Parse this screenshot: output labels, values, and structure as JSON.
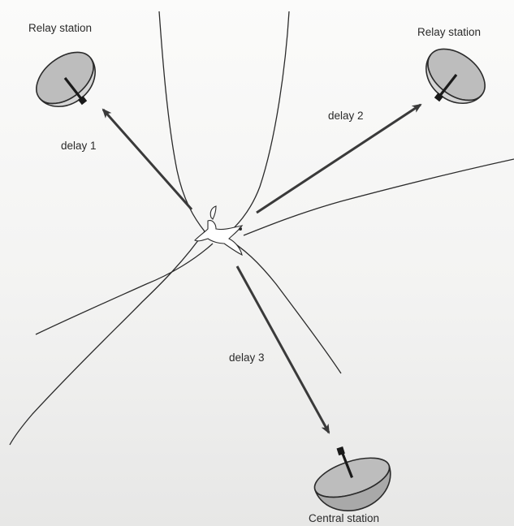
{
  "stations": {
    "relay1": {
      "label": "Relay station",
      "icon": "satellite-dish-icon"
    },
    "relay2": {
      "label": "Relay station",
      "icon": "satellite-dish-icon"
    },
    "central": {
      "label": "Central station",
      "icon": "satellite-dish-icon"
    }
  },
  "signals": {
    "delay1": "delay 1",
    "delay2": "delay 2",
    "delay3": "delay 3"
  },
  "subject": {
    "icon": "bird-icon"
  },
  "colors": {
    "ink": "#2b2b2b",
    "dish_fill": "#bdbdbd",
    "arrow": "#3a3a3a"
  }
}
